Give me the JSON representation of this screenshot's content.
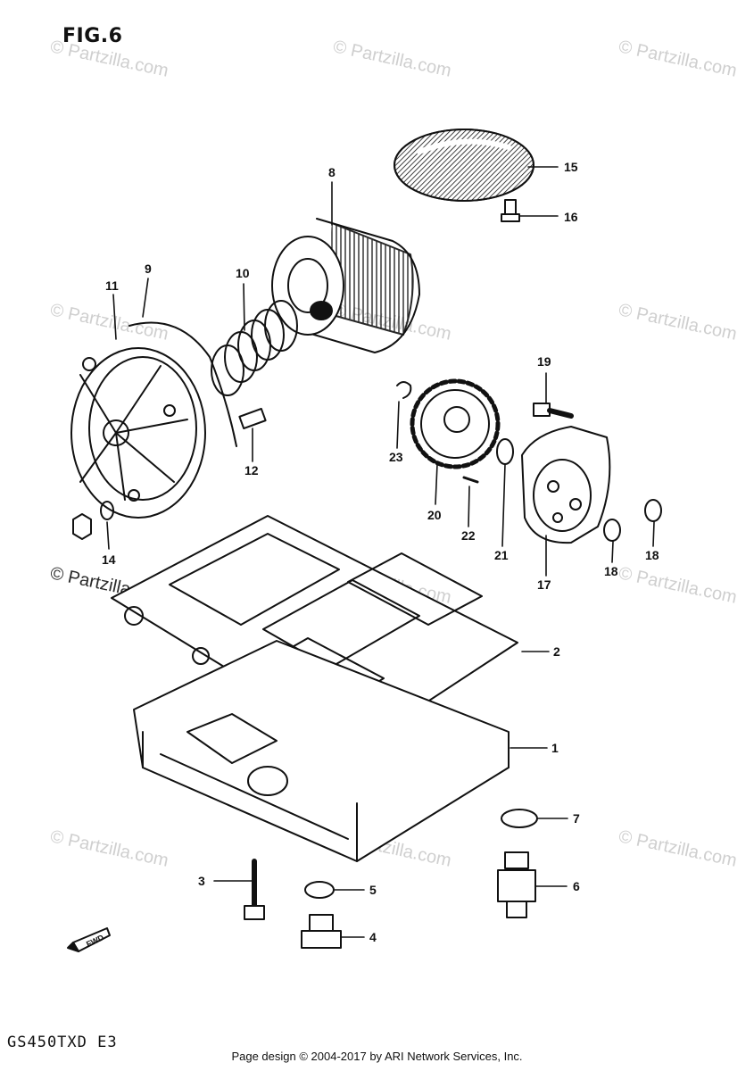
{
  "figure": {
    "title": "FIG.6",
    "model_code": "GS450TXD E3",
    "footer": "Page design © 2004-2017 by ARI Network Services, Inc."
  },
  "watermark": {
    "text": "© Partzilla.com"
  },
  "callouts": {
    "c1": "1",
    "c2": "2",
    "c3": "3",
    "c4": "4",
    "c5": "5",
    "c6": "6",
    "c7": "7",
    "c8": "8",
    "c9": "9",
    "c10": "10",
    "c11": "11",
    "c12": "12",
    "c14": "14",
    "c15": "15",
    "c16": "16",
    "c17": "17",
    "c18a": "18",
    "c18b": "18",
    "c19": "19",
    "c20": "20",
    "c21": "21",
    "c22": "22",
    "c23": "23"
  },
  "fwd_label": "FWD"
}
